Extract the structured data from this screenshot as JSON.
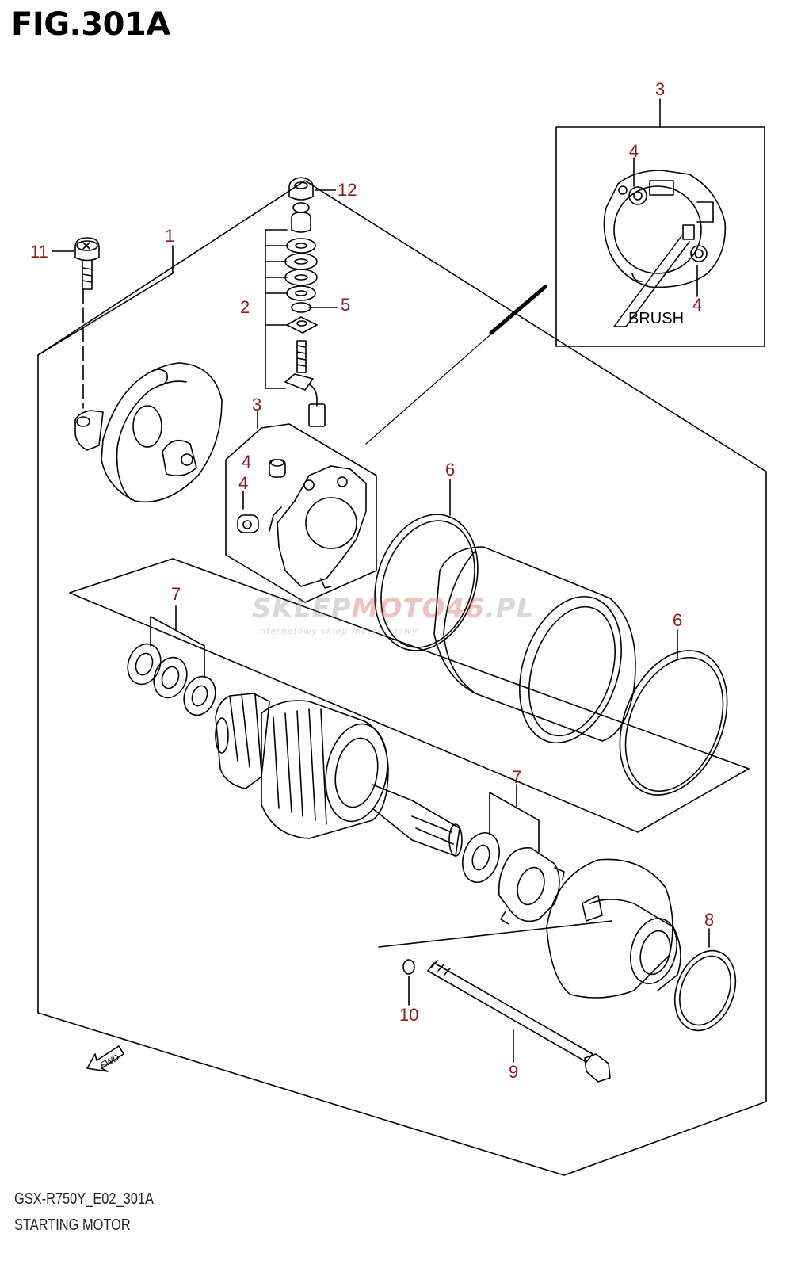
{
  "figure": {
    "title": "FIG.301A",
    "model_code": "GSX-R750Y_E02_301A",
    "name": "STARTING MOTOR"
  },
  "inset": {
    "label": "BRUSH"
  },
  "direction_arrow": {
    "label": "FWD"
  },
  "watermark": {
    "main_gray": "SKLEP",
    "main_red": "MOTO46",
    "main_suffix": ".PL",
    "sub": "internetowy sklep motocyklowy"
  },
  "callouts": {
    "c1": "1",
    "c2": "2",
    "c3_inset": "3",
    "c3_main": "3",
    "c4_inset_top": "4",
    "c4_inset_bottom": "4",
    "c4_main_a": "4",
    "c4_main_b": "4",
    "c5": "5",
    "c6_left": "6",
    "c6_right": "6",
    "c7_top": "7",
    "c7_lower": "7",
    "c8": "8",
    "c9": "9",
    "c10": "10",
    "c11": "11",
    "c12": "12"
  },
  "colors": {
    "callout": "#8b1a1a",
    "line": "#000000"
  }
}
